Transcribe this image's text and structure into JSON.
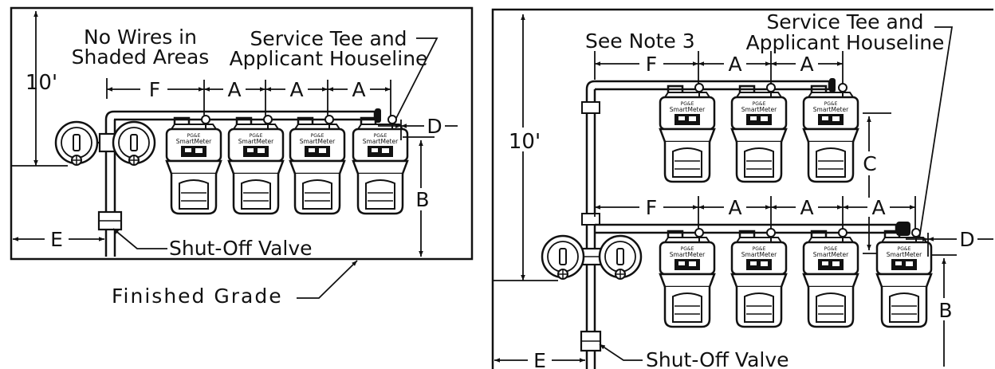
{
  "left": {
    "height_label": "10'",
    "no_wires_line1": "No Wires in",
    "no_wires_line2": "Shaded Areas",
    "service_tee_line1": "Service Tee and",
    "service_tee_line2": "Applicant Houseline",
    "dim_f": "F",
    "dim_a": "A",
    "dim_b": "B",
    "dim_d": "D",
    "dim_e": "E",
    "shutoff": "Shut-Off Valve",
    "grade": "Finished Grade"
  },
  "right": {
    "height_label": "10'",
    "see_note": "See Note 3",
    "service_tee_line1": "Service Tee and",
    "service_tee_line2": "Applicant Houseline",
    "dim_f": "F",
    "dim_a": "A",
    "dim_b": "B",
    "dim_c": "C",
    "dim_d": "D",
    "dim_e": "E",
    "shutoff": "Shut-Off Valve"
  },
  "meter": {
    "brand_line1": "PG&E",
    "brand_line2": "SmartMeter"
  },
  "colors": {
    "line": "#111111",
    "background": "#ffffff",
    "meter_screen": "#111111"
  }
}
